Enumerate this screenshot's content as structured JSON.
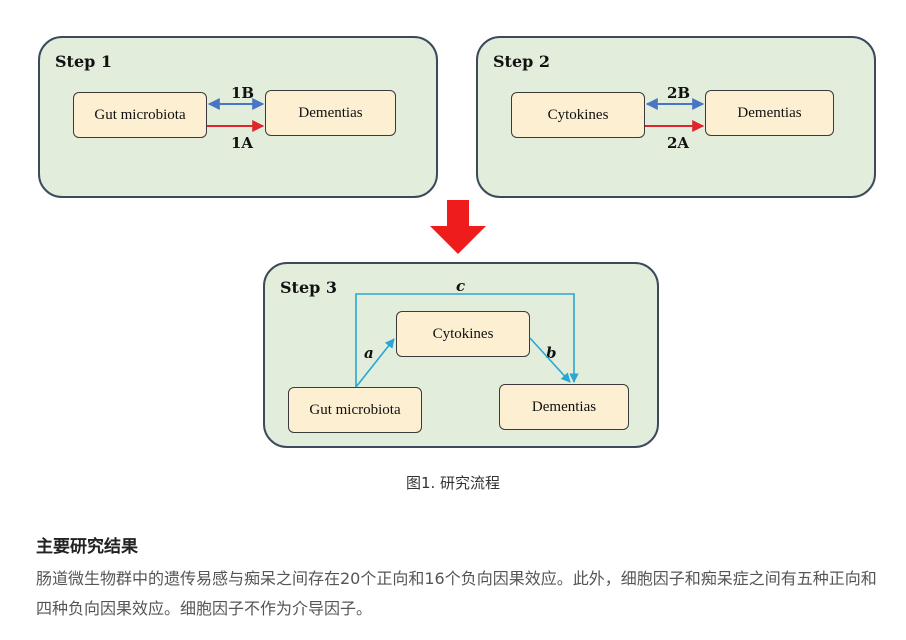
{
  "figure": {
    "step1": {
      "title": "Step 1",
      "exposure": "Gut microbiota",
      "outcome": "Dementias",
      "forward_label": "1A",
      "reverse_label": "1B"
    },
    "step2": {
      "title": "Step 2",
      "exposure": "Cytokines",
      "outcome": "Dementias",
      "forward_label": "2A",
      "reverse_label": "2B"
    },
    "step3": {
      "title": "Step 3",
      "exposure": "Gut microbiota",
      "mediator": "Cytokines",
      "outcome": "Dementias",
      "path_a": "a",
      "path_b": "b",
      "path_c": "c"
    },
    "colors": {
      "panel_fill": "#e2eedb",
      "node_fill": "#fdf0d2",
      "forward_arrow": "#e0262a",
      "bidirectional_arrow": "#4a74c4",
      "mediation_arrow": "#2aa6d4",
      "big_arrow": "#ee1c1c"
    }
  },
  "caption": "图1. 研究流程",
  "results": {
    "heading": "主要研究结果",
    "text": "肠道微生物群中的遗传易感与痴呆之间存在20个正向和16个负向因果效应。此外，细胞因子和痴呆症之间有五种正向和四种负向因果效应。细胞因子不作为介导因子。"
  }
}
